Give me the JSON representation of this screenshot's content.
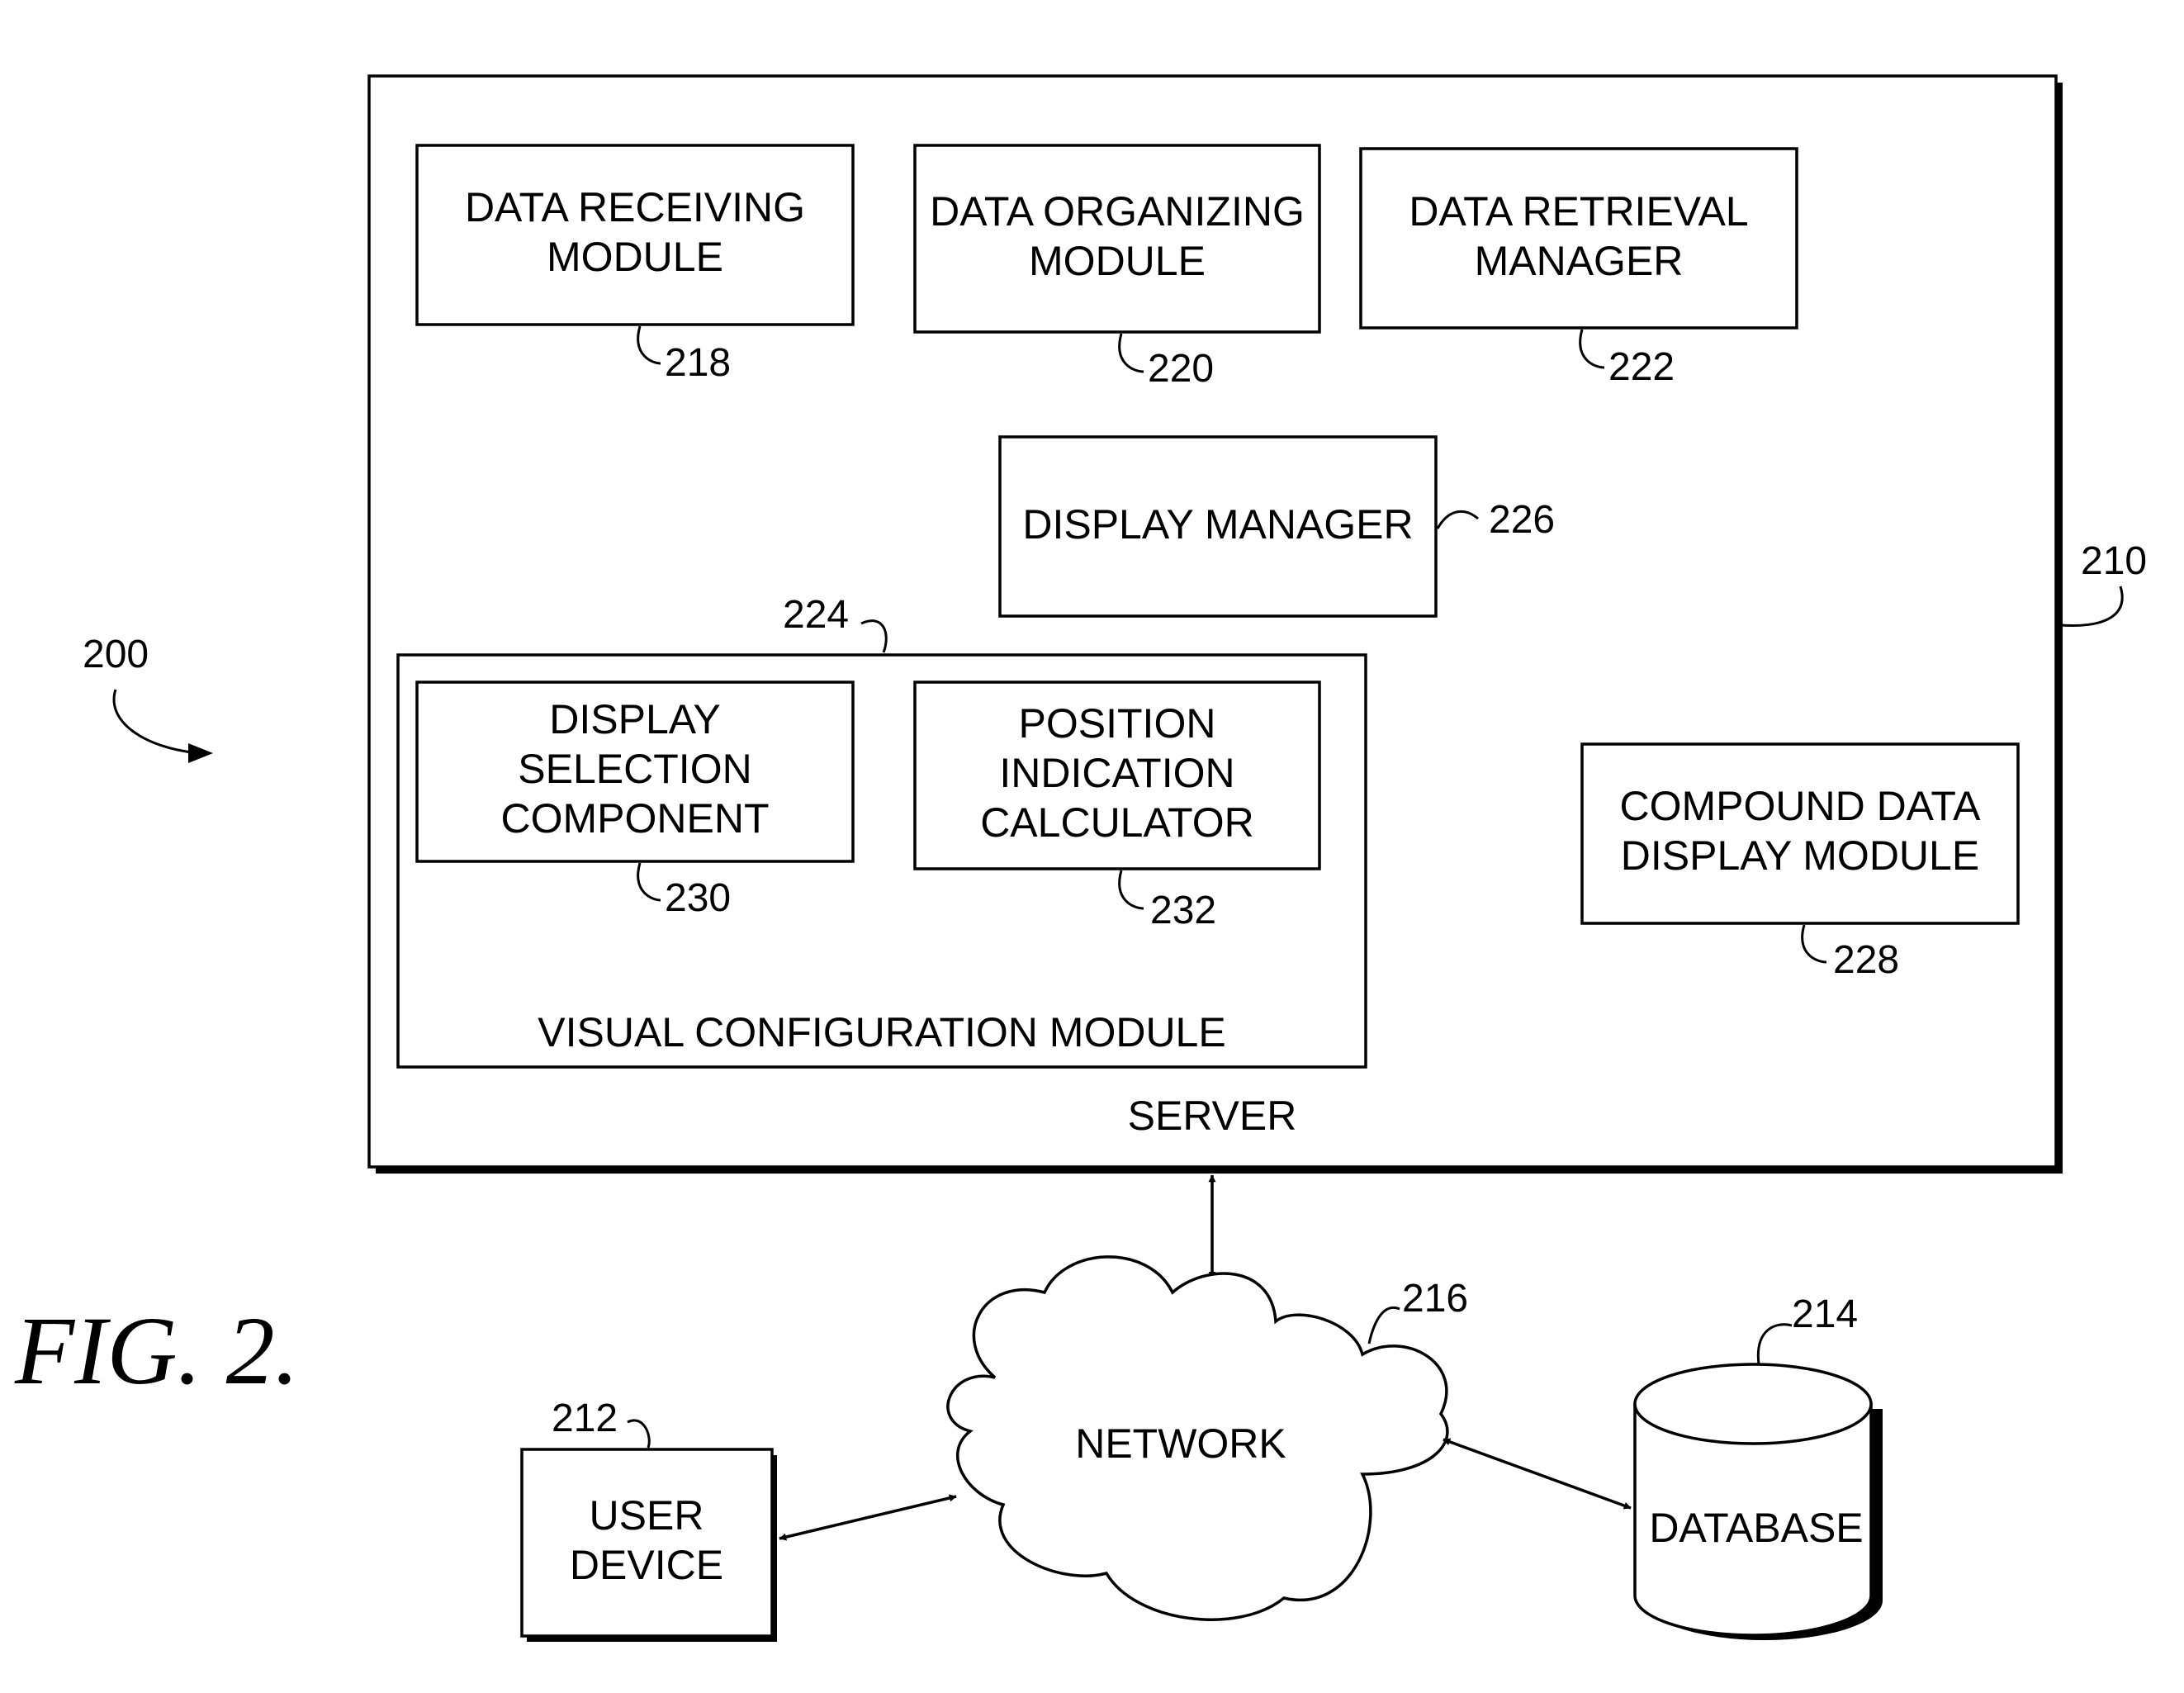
{
  "figure_label": "FIG. 2.",
  "system_ref": "200",
  "server": {
    "label": "SERVER",
    "ref": "210",
    "modules": {
      "data_receiving": {
        "lines": [
          "DATA RECEIVING",
          "MODULE"
        ],
        "ref": "218"
      },
      "data_organizing": {
        "lines": [
          "DATA ORGANIZING",
          "MODULE"
        ],
        "ref": "220"
      },
      "data_retrieval": {
        "lines": [
          "DATA RETRIEVAL",
          "MANAGER"
        ],
        "ref": "222"
      },
      "display_manager": {
        "lines": [
          "DISPLAY MANAGER"
        ],
        "ref": "226"
      },
      "visual_configuration": {
        "label": "VISUAL CONFIGURATION MODULE",
        "ref": "224",
        "display_selection": {
          "lines": [
            "DISPLAY",
            "SELECTION",
            "COMPONENT"
          ],
          "ref": "230"
        },
        "position_indication": {
          "lines": [
            "POSITION",
            "INDICATION",
            "CALCULATOR"
          ],
          "ref": "232"
        }
      },
      "compound_data_display": {
        "lines": [
          "COMPOUND DATA",
          "DISPLAY MODULE"
        ],
        "ref": "228"
      }
    }
  },
  "network": {
    "label": "NETWORK",
    "ref": "216"
  },
  "user_device": {
    "lines": [
      "USER",
      "DEVICE"
    ],
    "ref": "212"
  },
  "database": {
    "label": "DATABASE",
    "ref": "214"
  }
}
